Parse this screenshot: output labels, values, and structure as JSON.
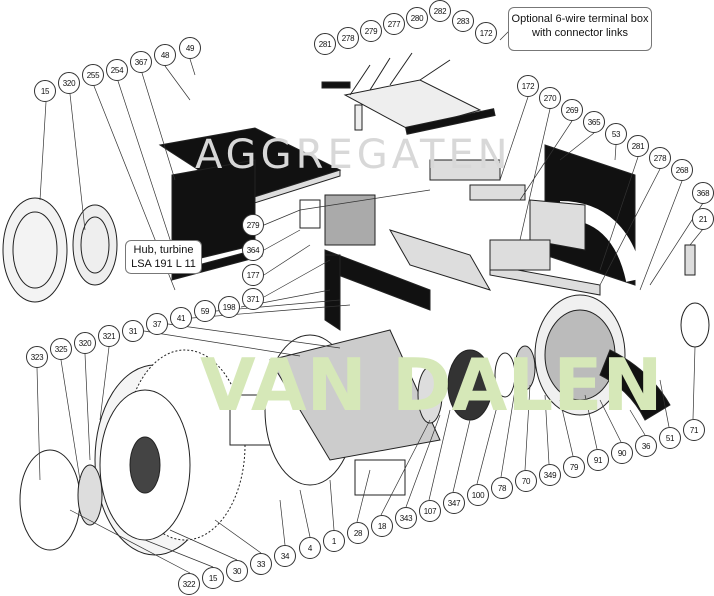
{
  "watermark": {
    "brand": "VAN DALEN",
    "sub": "AGGREGATEN",
    "color": "#d6e8b8"
  },
  "notes": {
    "terminal_box": [
      "Optional 6-wire terminal box",
      "with connector links"
    ],
    "hub": [
      "Hub, turbine",
      "LSA 191 L 11"
    ]
  },
  "callouts": {
    "top": [
      "281",
      "278",
      "279",
      "277",
      "280",
      "282",
      "283",
      "172"
    ],
    "cover": [
      "49",
      "48",
      "367",
      "254",
      "255",
      "320",
      "15"
    ],
    "right": [
      "172",
      "270",
      "269",
      "365",
      "53",
      "281",
      "278",
      "268",
      "368",
      "21"
    ],
    "left": [
      "279",
      "364",
      "177",
      "371",
      "198",
      "59",
      "41",
      "37",
      "31",
      "321",
      "320",
      "325",
      "323"
    ],
    "bottom": [
      "322",
      "15",
      "30",
      "33",
      "34",
      "4",
      "1",
      "28",
      "18",
      "343",
      "107",
      "347",
      "100",
      "78",
      "70",
      "349",
      "79",
      "91",
      "90",
      "36",
      "51",
      "71"
    ]
  }
}
